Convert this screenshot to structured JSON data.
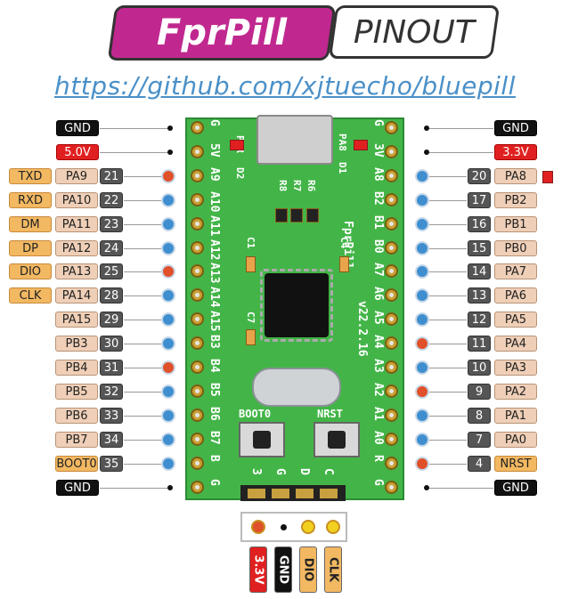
{
  "title": {
    "main": "FprPill",
    "sub": "PINOUT"
  },
  "url": "https://github.com/xjtuecho/bluepill",
  "left_rows": [
    {
      "fn": "",
      "port": "",
      "pin": "",
      "special": "GND",
      "special_color": "black",
      "dot": "none"
    },
    {
      "fn": "",
      "port": "",
      "pin": "",
      "special": "5.0V",
      "special_color": "red",
      "dot": "none"
    },
    {
      "fn": "TXD",
      "port": "PA9",
      "pin": "21",
      "dot": "red"
    },
    {
      "fn": "RXD",
      "port": "PA10",
      "pin": "22",
      "dot": "blue"
    },
    {
      "fn": "DM",
      "port": "PA11",
      "pin": "23",
      "dot": "blue"
    },
    {
      "fn": "DP",
      "port": "PA12",
      "pin": "24",
      "dot": "blue"
    },
    {
      "fn": "DIO",
      "port": "PA13",
      "pin": "25",
      "dot": "red"
    },
    {
      "fn": "CLK",
      "port": "PA14",
      "pin": "28",
      "dot": "blue"
    },
    {
      "fn": "",
      "port": "PA15",
      "pin": "29",
      "dot": "blue"
    },
    {
      "fn": "",
      "port": "PB3",
      "pin": "30",
      "dot": "blue"
    },
    {
      "fn": "",
      "port": "PB4",
      "pin": "31",
      "dot": "red"
    },
    {
      "fn": "",
      "port": "PB5",
      "pin": "32",
      "dot": "blue"
    },
    {
      "fn": "",
      "port": "PB6",
      "pin": "33",
      "dot": "blue"
    },
    {
      "fn": "",
      "port": "PB7",
      "pin": "34",
      "dot": "blue"
    },
    {
      "fn": "",
      "port": "BOOT0",
      "pin": "35",
      "dot": "blue",
      "port_color": "orange"
    },
    {
      "fn": "",
      "port": "",
      "pin": "",
      "special": "GND",
      "special_color": "black",
      "dot": "none"
    }
  ],
  "right_rows": [
    {
      "port": "",
      "pin": "",
      "special": "GND",
      "special_color": "black",
      "dot": "none"
    },
    {
      "port": "",
      "pin": "",
      "special": "3.3V",
      "special_color": "red",
      "dot": "none"
    },
    {
      "port": "PA8",
      "pin": "20",
      "dot": "blue"
    },
    {
      "port": "PB2",
      "pin": "17",
      "dot": "blue"
    },
    {
      "port": "PB1",
      "pin": "16",
      "dot": "blue"
    },
    {
      "port": "PB0",
      "pin": "15",
      "dot": "blue"
    },
    {
      "port": "PA7",
      "pin": "14",
      "dot": "blue"
    },
    {
      "port": "PA6",
      "pin": "13",
      "dot": "blue"
    },
    {
      "port": "PA5",
      "pin": "12",
      "dot": "blue"
    },
    {
      "port": "PA4",
      "pin": "11",
      "dot": "red"
    },
    {
      "port": "PA3",
      "pin": "10",
      "dot": "blue"
    },
    {
      "port": "PA2",
      "pin": "9",
      "dot": "red"
    },
    {
      "port": "PA1",
      "pin": "8",
      "dot": "blue"
    },
    {
      "port": "PA0",
      "pin": "7",
      "dot": "blue"
    },
    {
      "port": "NRST",
      "pin": "4",
      "dot": "red",
      "port_color": "orange"
    },
    {
      "port": "",
      "pin": "",
      "special": "GND",
      "special_color": "black",
      "dot": "none"
    }
  ],
  "board": {
    "left_silk": [
      "G",
      "5V",
      "A9",
      "A10",
      "A11",
      "A12",
      "A13",
      "A14",
      "A15",
      "B3",
      "B4",
      "B5",
      "B6",
      "B7",
      "B",
      "G"
    ],
    "right_silk": [
      "G",
      "3V",
      "A8",
      "B2",
      "B1",
      "B0",
      "A7",
      "A6",
      "A5",
      "A4",
      "A3",
      "A2",
      "A1",
      "A0",
      "R",
      "G"
    ],
    "labels": {
      "pwr": "PWR",
      "d2": "D2",
      "pa8": "PA8",
      "d1": "D1",
      "r8": "R8",
      "r7": "R7",
      "r6": "R6",
      "c1": "C1",
      "c4": "C4",
      "c7": "C7",
      "name": "FprPill",
      "version": "v22.2.16",
      "boot": "BOOT0",
      "nrst": "NRST"
    },
    "header_silk": [
      "3",
      "G",
      "D",
      "C"
    ]
  },
  "swd_tags": [
    {
      "text": "3.3V",
      "color": "red"
    },
    {
      "text": "GND",
      "color": "black"
    },
    {
      "text": "DIO",
      "color": "orange"
    },
    {
      "text": "CLK",
      "color": "orange"
    }
  ],
  "swd_dots": [
    "red",
    "black",
    "yellow",
    "yellow"
  ]
}
